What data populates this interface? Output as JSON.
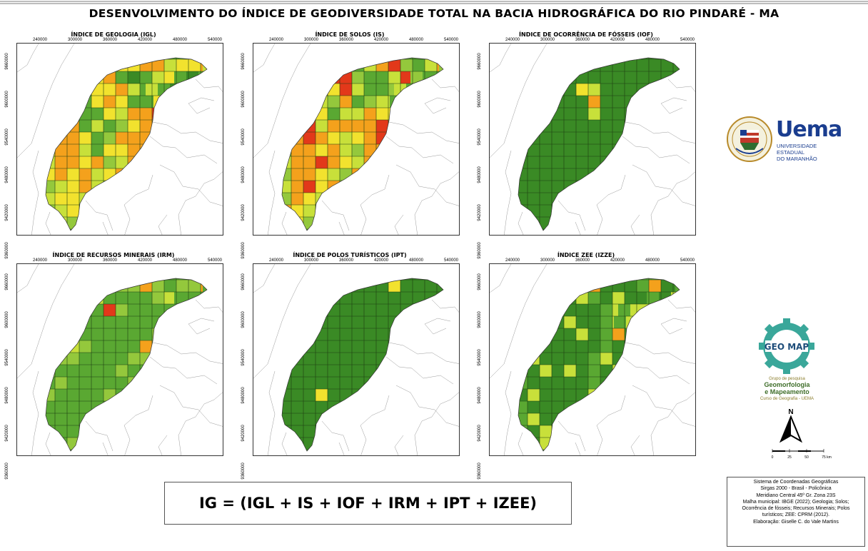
{
  "main_title": "DESENVOLVIMENTO DO ÍNDICE DE GEODIVERSIDADE TOTAL NA BACIA HIDROGRÁFICA DO RIO PINDARÉ - MA",
  "x_ticks": [
    "240000",
    "300000",
    "360000",
    "420000",
    "480000",
    "540000"
  ],
  "y_ticks": [
    "9660000",
    "9600000",
    "9540000",
    "9480000",
    "9420000",
    "9360000"
  ],
  "colors": {
    "dark_green": "#3a8a25",
    "green": "#5aa832",
    "light_green": "#94c83c",
    "yellow_green": "#c8e03a",
    "yellow": "#f2e22e",
    "orange": "#f4a11c",
    "red": "#e2381a"
  },
  "panels": [
    {
      "id": "igl",
      "title": "ÍNDICE DE GEOLOGIA (IGL)"
    },
    {
      "id": "is",
      "title": "ÍNDICE DE SOLOS (IS)"
    },
    {
      "id": "iof",
      "title": "ÍNDICE DE OCORRÊNCIA DE FÓSSEIS (IOF)"
    },
    {
      "id": "irm",
      "title": "ÍNDICE DE RECURSOS MINERAIS (IRM)"
    },
    {
      "id": "ipt",
      "title": "ÍNDICE DE POLOS TURÍSTICOS (IPT)"
    },
    {
      "id": "izee",
      "title": "ÍNDICE ZEE (IZZE)"
    }
  ],
  "logos": {
    "uema_word": "Uema",
    "uema_line1": "UNIVERSIDADE ESTADUAL",
    "uema_line2": "DO MARANHÃO",
    "geo_word": "GEO MAP",
    "geo_line1": "Grupo de pesquisa",
    "geo_line2": "Geomorfologia",
    "geo_line3": "e Mapeamento",
    "geo_line4": "Curso de Geografia - UEMA"
  },
  "north_label": "N",
  "scale_labels": [
    "0",
    "25",
    "50",
    "75 km"
  ],
  "formula": "IG = (IGL + IS + IOF + IRM + IPT + IZEE)",
  "credits": [
    "Sistema de Coordenadas Geográficas",
    "Sirgas 2000 - Brasil - Policônica",
    "Meridiano Central 45º Gr. Zona 23S",
    "Malha municipal: IBGE (2022); Geologia; Solos;",
    "Ocorrência de fósseis; Recursos Minerais; Polos",
    "turísticos; ZEE: CPRM (2012).",
    "Elaboração: Giselle C. do Vale Martins"
  ]
}
